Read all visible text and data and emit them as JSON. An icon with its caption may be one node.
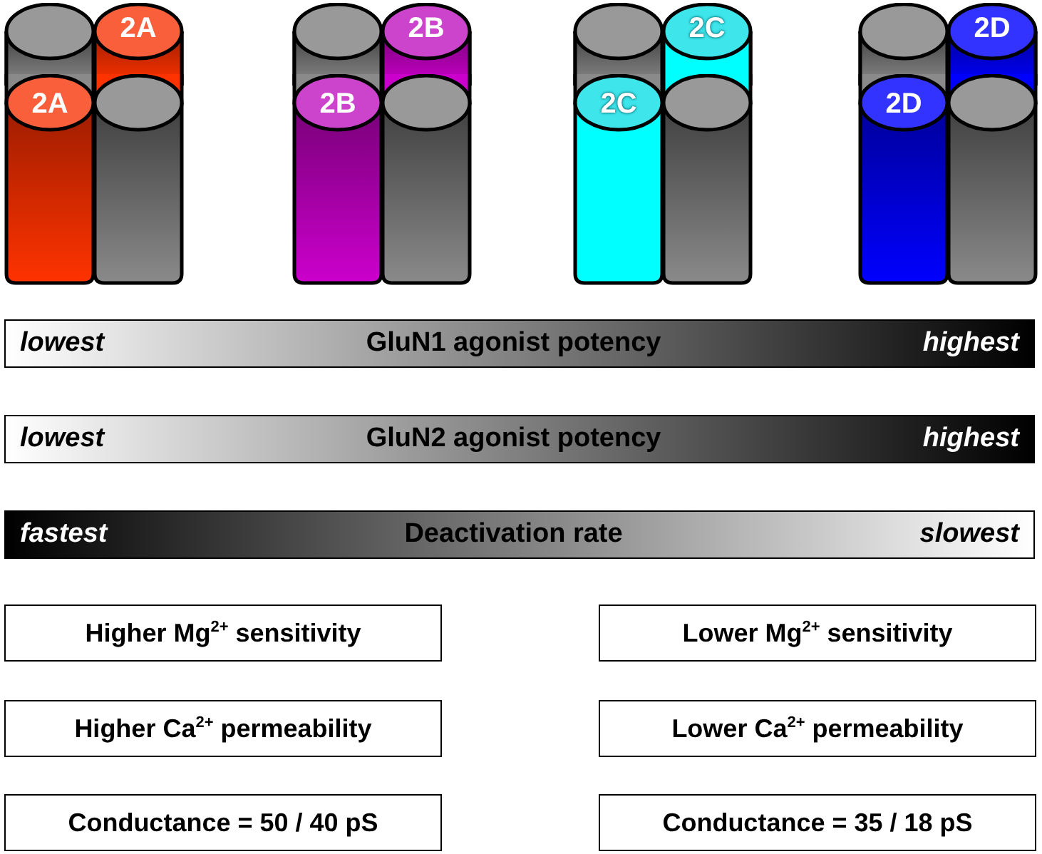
{
  "diagram": {
    "nodes": [
      {
        "text": [],
        "shape": "cylinder"
      },
      {
        "text": [
          "2A"
        ]
      },
      {
        "text": [
          "2A"
        ]
      },
      {
        "text": [],
        "shape": "cylinder"
      },
      {
        "text": [],
        "shape": "cylinder"
      },
      {
        "text": [
          "2B"
        ]
      },
      {
        "text": [
          "2B"
        ]
      },
      {
        "text": [],
        "shape": "cylinder"
      },
      {
        "text": [],
        "shape": "cylinder"
      },
      {
        "text": [
          "2C"
        ]
      },
      {
        "text": [
          "2C"
        ]
      },
      {
        "text": [],
        "shape": "cylinder"
      },
      {
        "text": [],
        "shape": "cylinder"
      },
      {
        "text": [
          "2D"
        ]
      },
      {
        "text": [
          "2D"
        ]
      },
      {
        "text": [],
        "shape": "cylinder"
      },
      {
        "text": [
          "lowest",
          "GluN1 agonist potency",
          "highest"
        ]
      },
      {
        "text": [
          "lowest",
          "GluN2 agonist potency",
          "highest"
        ]
      },
      {
        "text": [
          "fastest",
          "Deactivation rate",
          "slowest"
        ]
      },
      {
        "text": [
          "Higher Mg$^{2+}$ sensitivity"
        ]
      },
      {
        "text": [
          "Lower Mg$^{2+}$ sensitivity"
        ]
      },
      {
        "text": [
          "Higher Ca$^{2+}$ permeability"
        ]
      },
      {
        "text": [
          "Lower Ca$^{2+}$ permeability"
        ]
      },
      {
        "text": [
          "Conductance = 50 / 40 pS"
        ]
      },
      {
        "text": [
          "Conductance = 35 / 18 pS"
        ]
      }
    ]
  }
}
